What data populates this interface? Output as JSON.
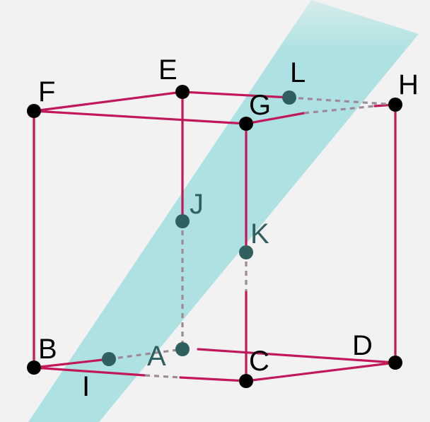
{
  "diagram": {
    "colors": {
      "background": "#f2f2f2",
      "edge": "#c2185b",
      "hidden_edge": "#9c8a97",
      "plane": "#a6e0e0",
      "point": "#000000",
      "point_on_plane": "#2f5f5f",
      "label": "#000000",
      "label_on_plane": "#2f5f5f"
    },
    "points": {
      "A": "A",
      "B": "B",
      "C": "C",
      "D": "D",
      "E": "E",
      "F": "F",
      "G": "G",
      "H": "H",
      "I": "I",
      "J": "J",
      "K": "K",
      "L": "L"
    }
  }
}
